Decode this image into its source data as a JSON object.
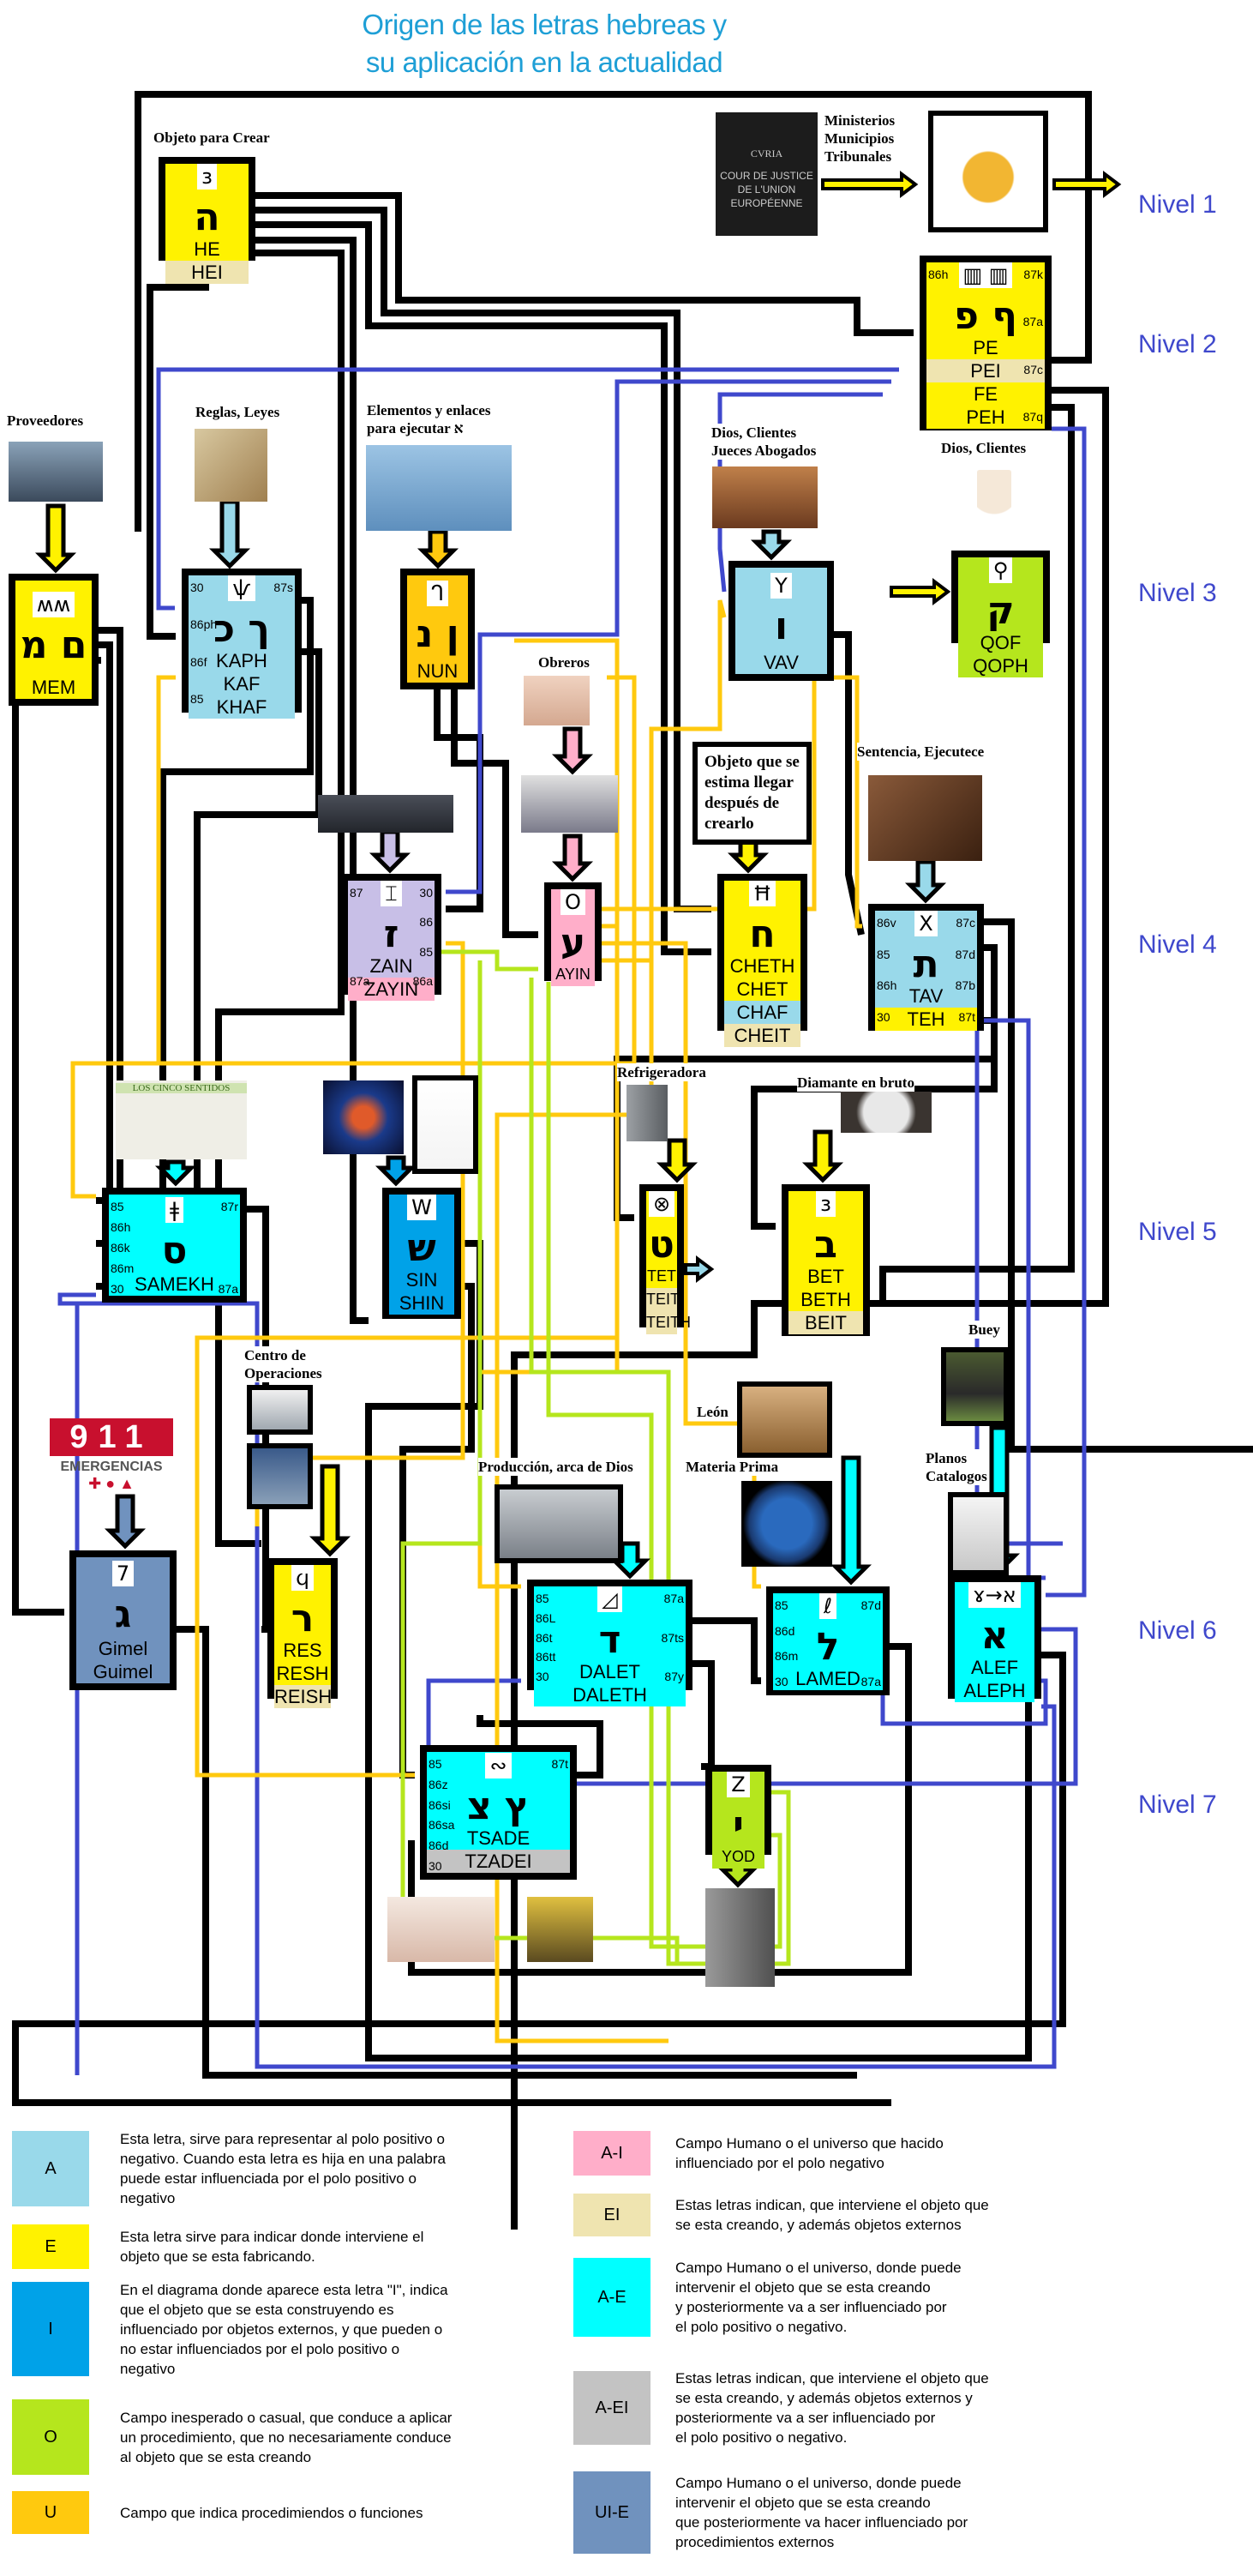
{
  "title": [
    "Origen de las letras hebreas y",
    "su aplicación en la actualidad"
  ],
  "levels": [
    "Nivel 1",
    "Nivel 2",
    "Nivel 3",
    "Nivel 4",
    "Nivel 5",
    "Nivel 6",
    "Nivel 7"
  ],
  "colors": {
    "A": "#99d9ea",
    "E": "#fff200",
    "I": "#00a2e8",
    "O": "#b5e61d",
    "U": "#ffc90e",
    "A-I": "#ffaec9",
    "EI": "#efe4b0",
    "A-E": "#00ffff",
    "A-EI": "#c3c3c3",
    "UI-E": "#7092be",
    "zain": "#c8bfe7",
    "level_text": "#3f48cc",
    "title": "#1e9fd6",
    "wire_black": "#000000",
    "wire_blue": "#3f48cc",
    "wire_yellow": "#ffc90e",
    "wire_green": "#b5e61d",
    "wire_cyan": "#00ffff"
  },
  "captions": {
    "objeto_crear": [
      "Objeto para Crear"
    ],
    "ministerios": [
      "Ministerios",
      "Municipios",
      "Tribunales"
    ],
    "proveedores": [
      "Proveedores"
    ],
    "reglas": [
      "Reglas, Leyes"
    ],
    "elementos": [
      "Elementos y enlaces",
      "para ejecutar א"
    ],
    "dios_jueces": [
      "Dios, Clientes",
      "Jueces  Abogados"
    ],
    "dios_clientes": [
      "Dios, Clientes"
    ],
    "obreros": [
      "Obreros"
    ],
    "objeto_estima": [
      "Objeto que se",
      "estima llegar",
      "después de",
      "crearlo"
    ],
    "sentencia": [
      "Sentencia, Ejecutece"
    ],
    "refrigeradora": [
      "Refrigeradora"
    ],
    "diamante": [
      "Diamante en bruto"
    ],
    "buey": [
      "Buey"
    ],
    "leon": [
      "León"
    ],
    "materia": [
      "Materia Prima"
    ],
    "planos": [
      "Planos",
      "Catalogos"
    ],
    "centro": [
      "Centro de",
      "Operaciones"
    ],
    "produccion": [
      "Producción, arca de Dios"
    ]
  },
  "logos": {
    "court": {
      "top": "CVRIA",
      "lines": [
        "COUR DE JUSTICE",
        "DE L'UNION",
        "EUROPÉENNE"
      ]
    },
    "emergency": {
      "number": "911",
      "text": "EMERGENCIAS"
    },
    "senses": {
      "text": "LOS CINCO SENTIDOS"
    }
  },
  "images": {
    "scales": "golden-scales-image",
    "warehouse": "warehouse-image",
    "tablets": "law-tablets-image",
    "eagle": "eagle-image",
    "courtroom": "courtroom-image",
    "drum": "drum-image",
    "angels": "angels-image",
    "workers": "workers-image",
    "switch": "network-switch-image",
    "gavel": "gavel-image",
    "brain": "brain-image",
    "nervous": "nervous-system-image",
    "fridge": "refrigerator-image",
    "diamond": "rough-diamond-image",
    "ox": "ox-image",
    "lion": "lion-image",
    "earth": "earth-image",
    "plans": "blueprints-image",
    "whitehouse": "white-house-image",
    "control": "control-room-image",
    "factory": "factory-image",
    "baby": "baby-image",
    "robot": "robot-image",
    "trash": "trash-can-image"
  },
  "boxes": {
    "he": {
      "hebrew": "ה",
      "ancient": "ɜ",
      "ancient_icon": "ancient-he-icon",
      "color": "#fff200",
      "names": [
        {
          "text": "HE",
          "bg": "#fff200"
        },
        {
          "text": "HEI",
          "bg": "#efe4b0"
        }
      ],
      "ports_left": [],
      "ports_right": []
    },
    "peh": {
      "hebrew": "ף פ",
      "ancient": "▥ ▥",
      "ancient_icon": "ancient-peh-icon",
      "color": "#fff200",
      "names": [
        {
          "text": "PE",
          "bg": "#fff200"
        },
        {
          "text": "PEI",
          "bg": "#efe4b0"
        },
        {
          "text": "FE",
          "bg": "#fff200"
        },
        {
          "text": "PEH",
          "bg": "#fff200"
        }
      ],
      "ports_left": [
        "86h"
      ],
      "ports_right": [
        "87k",
        "87a",
        "87c",
        "87q"
      ]
    },
    "qof": {
      "hebrew": "ק",
      "ancient": "⚲",
      "ancient_icon": "ancient-qof-icon",
      "color": "#b5e61d",
      "names": [
        {
          "text": "QOF",
          "bg": "#b5e61d"
        },
        {
          "text": "QOPH",
          "bg": "#b5e61d"
        }
      ],
      "ports_left": [],
      "ports_right": []
    },
    "mem": {
      "hebrew": "ם מ",
      "ancient": "ʍʍ",
      "ancient_icon": "ancient-mem-icon",
      "color": "#fff200",
      "names": [
        {
          "text": "MEM",
          "bg": "#fff200"
        }
      ],
      "ports_left": [],
      "ports_right": []
    },
    "kaph": {
      "hebrew": "ך כ",
      "ancient": "ѱ",
      "ancient_icon": "ancient-kaph-icon",
      "color": "#99d9ea",
      "names": [
        {
          "text": "KAPH",
          "bg": "#99d9ea"
        },
        {
          "text": "KAF",
          "bg": "#99d9ea"
        },
        {
          "text": "KHAF",
          "bg": "#99d9ea"
        }
      ],
      "ports_left": [
        "30",
        "86ph",
        "86f",
        "85"
      ],
      "ports_right": [
        "87s"
      ]
    },
    "nun": {
      "hebrew": "ן נ",
      "ancient": "ᒉ",
      "ancient_icon": "ancient-nun-icon",
      "color": "#ffc90e",
      "names": [
        {
          "text": "NUN",
          "bg": "#ffc90e"
        }
      ],
      "ports_left": [],
      "ports_right": []
    },
    "vav": {
      "hebrew": "ו",
      "ancient": "Y",
      "ancient_icon": "ancient-vav-icon",
      "color": "#99d9ea",
      "names": [
        {
          "text": "VAV",
          "bg": "#99d9ea"
        }
      ],
      "ports_left": [],
      "ports_right": []
    },
    "zain": {
      "hebrew": "ז",
      "ancient": "⌶",
      "ancient_icon": "ancient-zain-icon",
      "color": "#c8bfe7",
      "names": [
        {
          "text": "ZAIN",
          "bg": "#c8bfe7"
        },
        {
          "text": "ZAYIN",
          "bg": "#ffaec9"
        }
      ],
      "ports_left": [
        "87",
        "87a"
      ],
      "ports_right": [
        "30",
        "86",
        "85",
        "86a"
      ]
    },
    "ayin": {
      "hebrew": "ע",
      "ancient": "O",
      "ancient_icon": "ancient-ayin-icon",
      "color": "#ffaec9",
      "names": [
        {
          "text": "AYIN",
          "bg": "#ffaec9"
        }
      ],
      "ports_left": [],
      "ports_right": []
    },
    "cheth": {
      "hebrew": "ח",
      "ancient": "Ħ",
      "ancient_icon": "ancient-cheth-icon",
      "color": "#fff200",
      "names": [
        {
          "text": "CHETH",
          "bg": "#fff200"
        },
        {
          "text": "CHET",
          "bg": "#fff200"
        },
        {
          "text": "CHAF",
          "bg": "#99d9ea"
        },
        {
          "text": "CHEIT",
          "bg": "#efe4b0"
        }
      ],
      "ports_left": [],
      "ports_right": []
    },
    "tav": {
      "hebrew": "ת",
      "ancient": "X",
      "ancient_icon": "ancient-tav-icon",
      "color": "#99d9ea",
      "names": [
        {
          "text": "TAV",
          "bg": "#99d9ea"
        },
        {
          "text": "TEH",
          "bg": "#fff200"
        }
      ],
      "ports_left": [
        "86v",
        "85",
        "86h",
        "30"
      ],
      "ports_right": [
        "87c",
        "87d",
        "87b",
        "87t"
      ]
    },
    "samekh": {
      "hebrew": "ס",
      "ancient": "ǂ",
      "ancient_icon": "ancient-samekh-icon",
      "color": "#00ffff",
      "names": [
        {
          "text": "SAMEKH",
          "bg": "#00ffff"
        }
      ],
      "ports_left": [
        "85",
        "86h",
        "86k",
        "86m",
        "30"
      ],
      "ports_right": [
        "87r",
        "87a"
      ]
    },
    "shin": {
      "hebrew": "ש",
      "ancient": "W",
      "ancient_icon": "ancient-shin-icon",
      "color": "#00a2e8",
      "names": [
        {
          "text": "SIN",
          "bg": "#00a2e8"
        },
        {
          "text": "SHIN",
          "bg": "#00a2e8"
        }
      ],
      "ports_left": [],
      "ports_right": []
    },
    "tet": {
      "hebrew": "ט",
      "ancient": "⊗",
      "ancient_icon": "ancient-tet-icon",
      "color": "#fff200",
      "names": [
        {
          "text": "TET",
          "bg": "#fff200"
        },
        {
          "text": "TEIT",
          "bg": "#efe4b0"
        },
        {
          "text": "TEITH",
          "bg": "#efe4b0"
        }
      ],
      "ports_left": [],
      "ports_right": []
    },
    "bet": {
      "hebrew": "ב",
      "ancient": "ɜ",
      "ancient_icon": "ancient-bet-icon",
      "color": "#fff200",
      "names": [
        {
          "text": "BET",
          "bg": "#fff200"
        },
        {
          "text": "BETH",
          "bg": "#fff200"
        },
        {
          "text": "BEIT",
          "bg": "#efe4b0"
        }
      ],
      "ports_left": [],
      "ports_right": []
    },
    "gimel": {
      "hebrew": "ג",
      "ancient": "7",
      "ancient_icon": "ancient-gimel-icon",
      "color": "#7092be",
      "names": [
        {
          "text": "Gimel",
          "bg": "#7092be"
        },
        {
          "text": "Guimel",
          "bg": "#7092be"
        }
      ],
      "ports_left": [],
      "ports_right": []
    },
    "resh": {
      "hebrew": "ר",
      "ancient": "ϥ",
      "ancient_icon": "ancient-resh-icon",
      "color": "#fff200",
      "names": [
        {
          "text": "RES",
          "bg": "#fff200"
        },
        {
          "text": "RESH",
          "bg": "#fff200"
        },
        {
          "text": "REISH",
          "bg": "#efe4b0"
        }
      ],
      "ports_left": [],
      "ports_right": []
    },
    "dalet": {
      "hebrew": "ד",
      "ancient": "◿",
      "ancient_icon": "ancient-dalet-icon",
      "color": "#00ffff",
      "names": [
        {
          "text": "DALET",
          "bg": "#00ffff"
        },
        {
          "text": "DALETH",
          "bg": "#00ffff"
        }
      ],
      "ports_left": [
        "85",
        "86L",
        "86t",
        "86tt",
        "30"
      ],
      "ports_right": [
        "87a",
        "87ts",
        "87y"
      ]
    },
    "lamed": {
      "hebrew": "ל",
      "ancient": "ℓ",
      "ancient_icon": "ancient-lamed-icon",
      "color": "#00ffff",
      "names": [
        {
          "text": "LAMED",
          "bg": "#00ffff"
        }
      ],
      "ports_left": [
        "85",
        "86d",
        "86m",
        "30"
      ],
      "ports_right": [
        "87d",
        "87a"
      ]
    },
    "alef": {
      "hebrew": "א",
      "ancient": "ɤ→א",
      "ancient_icon": "ancient-alef-icon",
      "color": "#00ffff",
      "names": [
        {
          "text": "ALEF",
          "bg": "#00ffff"
        },
        {
          "text": "ALEPH",
          "bg": "#00ffff"
        }
      ],
      "ports_left": [],
      "ports_right": []
    },
    "tsade": {
      "hebrew": "ץ צ",
      "ancient": "∾",
      "ancient_icon": "ancient-tsade-icon",
      "color": "#00ffff",
      "names": [
        {
          "text": "TSADE",
          "bg": "#00ffff"
        },
        {
          "text": "TZADEI",
          "bg": "#c3c3c3"
        }
      ],
      "ports_left": [
        "85",
        "86z",
        "86si",
        "86sa",
        "86d",
        "30"
      ],
      "ports_right": [
        "87t"
      ]
    },
    "yod": {
      "hebrew": "י",
      "ancient": "Z",
      "ancient_icon": "ancient-yod-icon",
      "color": "#b5e61d",
      "names": [
        {
          "text": "YOD",
          "bg": "#b5e61d"
        }
      ],
      "ports_left": [],
      "ports_right": []
    }
  },
  "legend": {
    "left": [
      {
        "label": "A",
        "color": "#99d9ea",
        "lines": [
          "Esta letra, sirve para representar al polo positivo o",
          "negativo. Cuando esta letra es  hija en una palabra",
          "puede estar influenciada por el polo positivo o",
          "negativo"
        ]
      },
      {
        "label": "E",
        "color": "#fff200",
        "lines": [
          "Esta letra sirve para indicar donde interviene el",
          "objeto que se esta fabricando."
        ]
      },
      {
        "label": "I",
        "color": "#00a2e8",
        "lines": [
          "En el diagrama donde aparece esta letra \"I\", indica",
          "que el objeto que se esta construyendo es",
          "influenciado por objetos externos, y que pueden o",
          "no estar influenciados por el polo positivo o",
          "negativo"
        ]
      },
      {
        "label": "O",
        "color": "#b5e61d",
        "lines": [
          "Campo inesperado o casual, que conduce  a aplicar",
          "un  procedimiento, que no necesariamente conduce",
          "al objeto que se esta  creando"
        ]
      },
      {
        "label": "U",
        "color": "#ffc90e",
        "lines": [
          "Campo que indica procedimiendos o funciones"
        ]
      }
    ],
    "right": [
      {
        "label": "A-I",
        "color": "#ffaec9",
        "lines": [
          "Campo Humano o el universo que hacido",
          "influenciado por el polo negativo"
        ]
      },
      {
        "label": "EI",
        "color": "#efe4b0",
        "lines": [
          "Estas letras indican, que interviene el objeto que",
          "se esta creando, y además objetos externos"
        ]
      },
      {
        "label": "A-E",
        "color": "#00ffff",
        "lines": [
          "Campo Humano o el universo, donde puede",
          "intervenir el objeto que se esta creando",
          "y posteriormente va a ser influenciado por",
          "el polo positivo o negativo."
        ]
      },
      {
        "label": "A-EI",
        "color": "#c3c3c3",
        "lines": [
          "Estas letras indican, que interviene el objeto que",
          "se esta creando, y además objetos externos  y",
          "posteriormente va a ser influenciado por",
          "el polo positivo o negativo."
        ]
      },
      {
        "label": "UI-E",
        "color": "#7092be",
        "lines": [
          "Campo Humano o el universo, donde puede",
          "intervenir el objeto que se esta creando",
          "que posteriormente va hacer influenciado por",
          "procedimientos externos"
        ]
      }
    ]
  }
}
